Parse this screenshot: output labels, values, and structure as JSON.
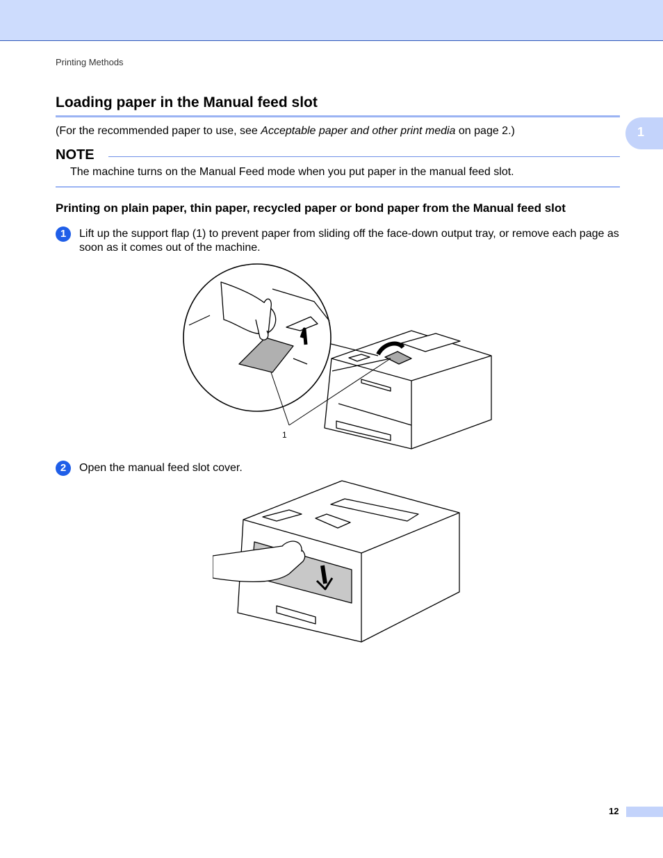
{
  "header": {
    "running_head": "Printing Methods"
  },
  "chapter_tab": {
    "number": "1"
  },
  "section": {
    "title": "Loading paper in the Manual feed slot",
    "reference": {
      "prefix": "(For the recommended paper to use, see ",
      "link_text": "Acceptable paper and other print media",
      "suffix": " on page 2.)"
    }
  },
  "note": {
    "label": "NOTE",
    "text": "The machine turns on the Manual Feed mode when you put paper in the manual feed slot."
  },
  "subsection": {
    "title": "Printing on plain paper, thin paper, recycled paper or bond paper from the Manual feed slot"
  },
  "steps": [
    {
      "number": "1",
      "text": "Lift up the support flap (1) to prevent paper from sliding off the face-down output tray, or remove each page as soon as it comes out of the machine.",
      "callout": "1"
    },
    {
      "number": "2",
      "text": "Open the manual feed slot cover."
    }
  ],
  "footer": {
    "page_number": "12"
  },
  "colors": {
    "accent": "#1f5ee8",
    "band": "#cddcfd",
    "rule": "#9ab3f3"
  }
}
